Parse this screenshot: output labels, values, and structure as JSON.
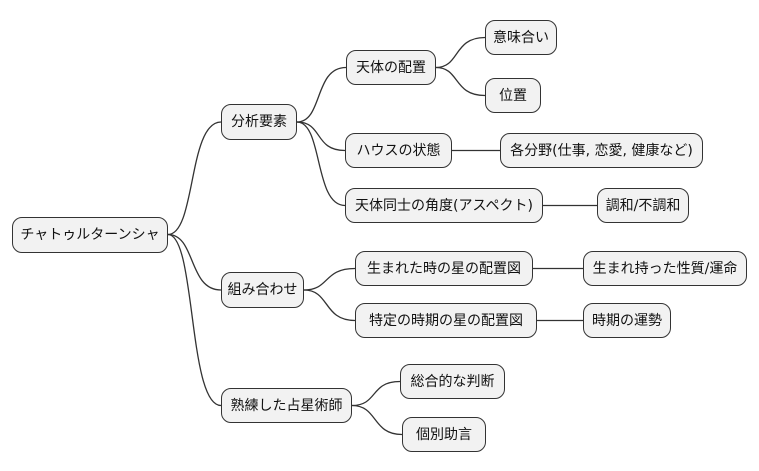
{
  "mindmap": {
    "type": "mindmap",
    "root": {
      "label": "チャトゥルターンシャ"
    },
    "branches": [
      {
        "label": "分析要素",
        "children": [
          {
            "label": "天体の配置",
            "children": [
              {
                "label": "意味合い"
              },
              {
                "label": "位置"
              }
            ]
          },
          {
            "label": "ハウスの状態",
            "children": [
              {
                "label": "各分野(仕事, 恋愛, 健康など)"
              }
            ]
          },
          {
            "label": "天体同士の角度(アスペクト)",
            "children": [
              {
                "label": "調和/不調和"
              }
            ]
          }
        ]
      },
      {
        "label": "組み合わせ",
        "children": [
          {
            "label": "生まれた時の星の配置図",
            "children": [
              {
                "label": "生まれ持った性質/運命"
              }
            ]
          },
          {
            "label": "特定の時期の星の配置図",
            "children": [
              {
                "label": "時期の運勢"
              }
            ]
          }
        ]
      },
      {
        "label": "熟練した占星術師",
        "children": [
          {
            "label": "総合的な判断"
          },
          {
            "label": "個別助言"
          }
        ]
      }
    ],
    "colors": {
      "background": "#ffffff",
      "node_fill": "#f2f2f2",
      "node_border": "#333333",
      "edge": "#333333",
      "text": "#111111"
    }
  }
}
